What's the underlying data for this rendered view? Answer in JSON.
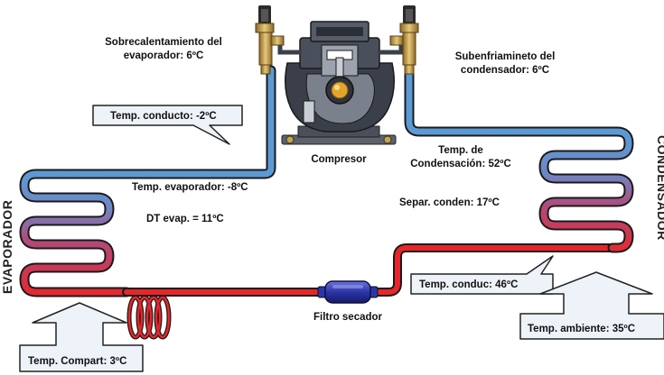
{
  "labels": {
    "evap_superheat_1": "Sobrecalentamiento del",
    "evap_superheat_2": "evaporador: 6ºC",
    "cond_subcool_1": "Subenfriamineto del",
    "cond_subcool_2": "condensador: 6ºC",
    "compressor": "Compresor",
    "cond_temp_1": "Temp. de",
    "cond_temp_2": "Condensación: 52ºC",
    "cond_sep": "Separ. conden: 17ºC",
    "evap_temp": "Temp. evaporador: -8ºC",
    "dt_evap": "DT evap. = 11ºC",
    "filter": "Filtro secador"
  },
  "callouts": {
    "pipe_temp": "Temp. conducto: -2ºC",
    "liquid_temp": "Temp. conduc: 46ºC",
    "ambient_temp": "Temp. ambiente: 35ºC",
    "compartment_temp": "Temp. Compart: 3ºC"
  },
  "side_labels": {
    "evaporator": "EVAPORADOR",
    "condenser": "CONDENSADOR"
  },
  "colors": {
    "cold": "#5b9bd5",
    "hot": "#e8262a",
    "callout_fill": "#eef3f9",
    "metal": "#3a3f4a"
  }
}
